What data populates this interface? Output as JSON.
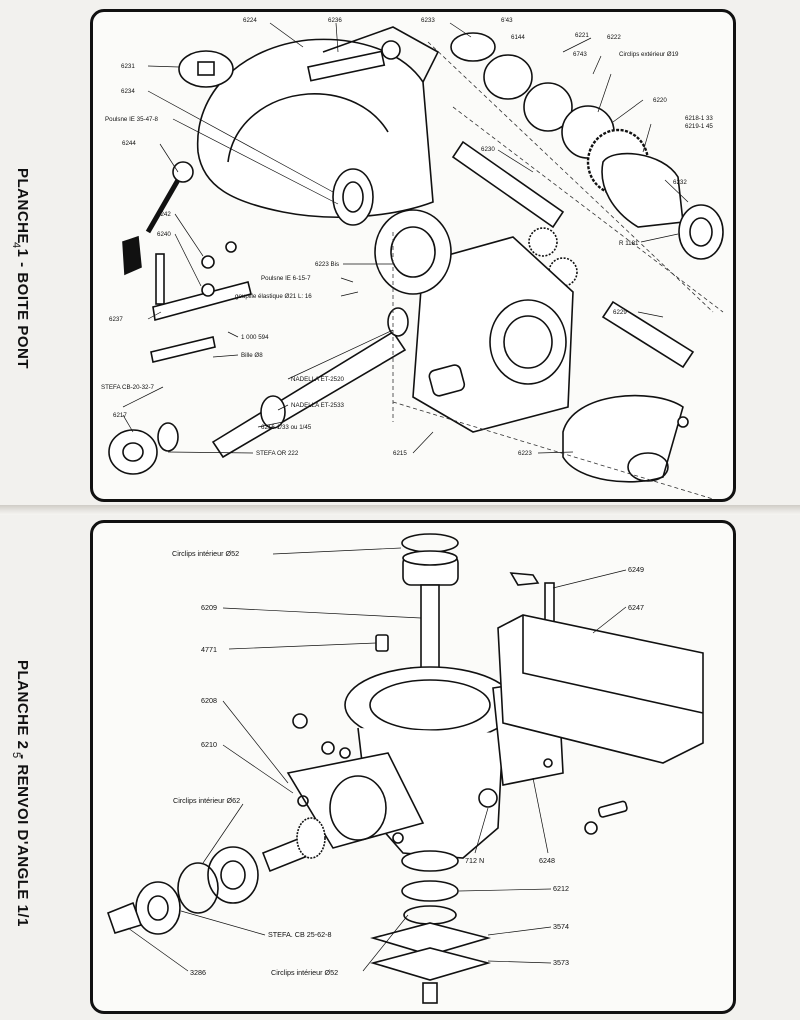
{
  "plate1": {
    "title": "PLANCHE 1 - BOITE PONT",
    "page": "4",
    "labels": {
      "l6224": "6224",
      "l6236": "6236",
      "l6233": "6233",
      "l6143": "6'43",
      "l6144": "6144",
      "l6221": "6221",
      "l6222": "6222",
      "l6743": "6743",
      "circlips_ext": "Circlips extérieur Ø19",
      "l6231": "6231",
      "l6234": "6234",
      "poulsne1": "Poulsne IE 35-47-8",
      "l6244": "6244",
      "l6230": "6230",
      "l6220": "6220",
      "l6218": "6218-1 33",
      "l6219": "6219-1 45",
      "l6232": "6232",
      "l6242": "6242",
      "l6240": "6240",
      "r1181": "R 1181",
      "l6223bis": "6223 Bis",
      "poulsne2": "Poulsne IE 6-15-7",
      "goupille": "goupille élastique Ø21 L: 16",
      "l6237": "6237",
      "l1000594": "1 000 594",
      "bille": "Bille Ø8",
      "l6229": "6229",
      "nadella1": "NADELLA ET-2520",
      "stefa_cb": "STEFA CB-20-32-7",
      "nadella2": "NADELLA ET-2533",
      "l6217": "6217",
      "l6216": "6216-1/33 ou 1/45",
      "stefa_or": "STEFA OR 222",
      "l6215": "6215",
      "l6223": "6223"
    }
  },
  "plate2": {
    "title": "PLANCHE 2 - RENVOI D'ANGLE 1/1",
    "page": "5",
    "labels": {
      "circlips_int_top": "Circlips intérieur Ø52",
      "l6249": "6249",
      "l6209": "6209",
      "l6247": "6247",
      "l4771": "4771",
      "l6208": "6208",
      "l6210": "6210",
      "circlips_int_62": "Circlips intérieur Ø62",
      "l712n": "712 N",
      "l6248": "6248",
      "l6212": "6212",
      "l3574": "3574",
      "stefa_cb25": "STEFA. CB 25-62-8",
      "l3573": "3573",
      "l3286": "3286",
      "circlips_int_bot": "Circlips intérieur Ø52"
    }
  }
}
